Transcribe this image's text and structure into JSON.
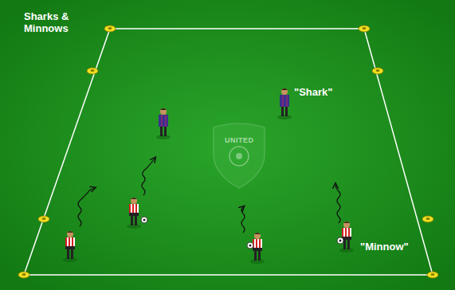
{
  "diagram": {
    "title": "Sharks & Minnows",
    "labels": [
      "\"Shark\"",
      "\"Minnow\"",
      "UNITED"
    ]
  }
}
